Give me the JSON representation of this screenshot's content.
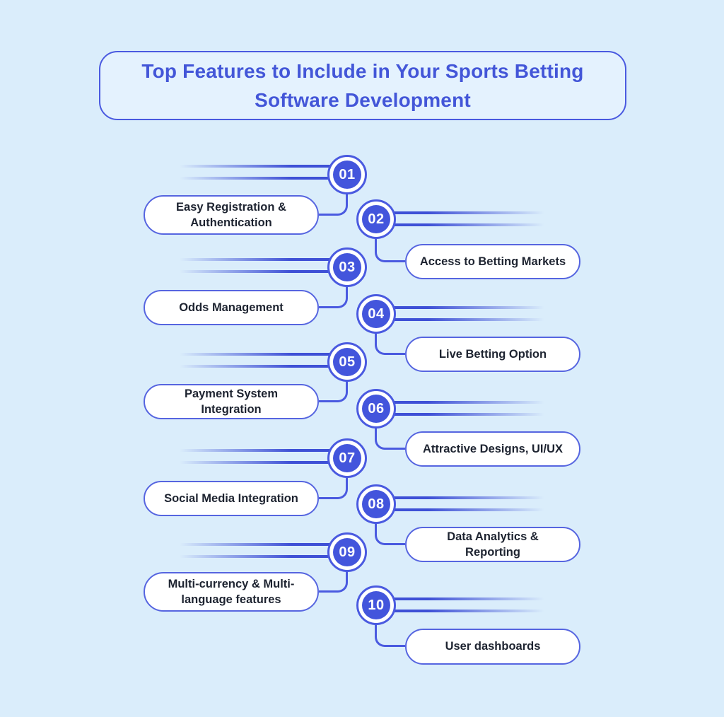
{
  "title": {
    "line1": "Top Features to Include in Your Sports Betting",
    "line2": "Software Development"
  },
  "colors": {
    "page_background": "#daedfb",
    "title_text": "#4356d8",
    "accent_blue": "#4355dc",
    "outline_blue": "#4a5ae0",
    "pill_border": "#5665e0",
    "pill_background": "#ffffff",
    "pill_text": "#1d2330",
    "number_text": "#ffffff",
    "speed_line": "#3e50d6"
  },
  "items": [
    {
      "number": "01",
      "label": "Easy Registration & Authentication",
      "side": "left"
    },
    {
      "number": "02",
      "label": "Access to Betting Markets",
      "side": "right"
    },
    {
      "number": "03",
      "label": "Odds Management",
      "side": "left"
    },
    {
      "number": "04",
      "label": "Live Betting Option",
      "side": "right"
    },
    {
      "number": "05",
      "label": "Payment System Integration",
      "side": "left"
    },
    {
      "number": "06",
      "label": "Attractive Designs, UI/UX",
      "side": "right"
    },
    {
      "number": "07",
      "label": "Social Media Integration",
      "side": "left"
    },
    {
      "number": "08",
      "label": "Data Analytics & Reporting",
      "side": "right"
    },
    {
      "number": "09",
      "label": "Multi-currency & Multi-language features",
      "side": "left"
    },
    {
      "number": "10",
      "label": "User dashboards",
      "side": "right"
    }
  ]
}
